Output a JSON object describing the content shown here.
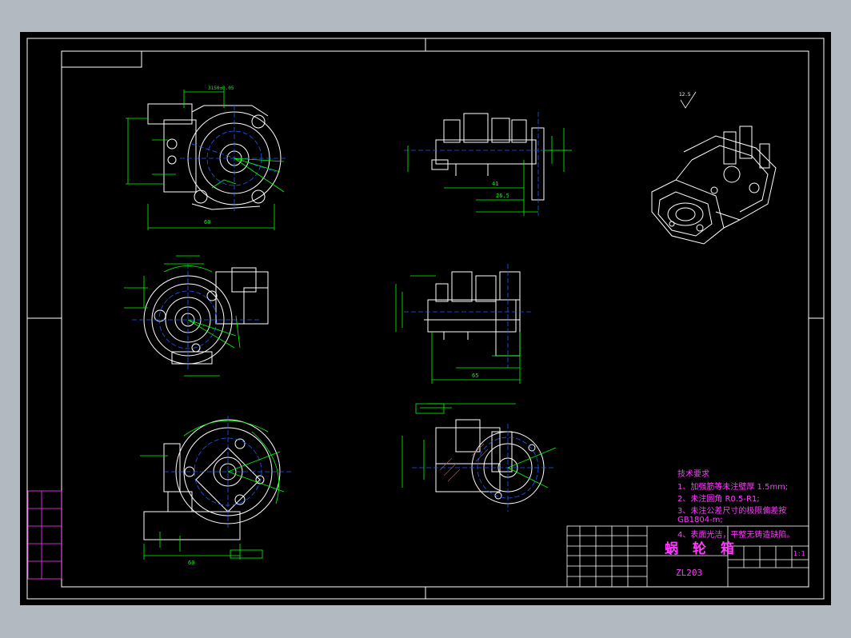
{
  "colors": {
    "background": "#b3b9c0",
    "drawing_area": "#000000",
    "outline": "#ffffff",
    "dimension": "#00ff00",
    "centerline": "#1e5cff",
    "text": "#ff3cff",
    "annotation": "#ffff00"
  },
  "tech_requirements": {
    "heading": "技术要求",
    "items": [
      "1、加强筋等未注壁厚 1.5mm;",
      "2、未注圆角 R0.5-R1;",
      "3、未注公差尺寸的极限偏差按",
      "GB1804-m;",
      "4、表面光洁，平整无铸造缺陷。"
    ]
  },
  "title_block": {
    "part_name": "蜗 轮 箱",
    "drawing_no": "ZL203",
    "scale": "1:1"
  },
  "dimensions": {
    "front_width": "60",
    "roughness": "12.5",
    "side_length": "65",
    "bottom_width": "60"
  }
}
